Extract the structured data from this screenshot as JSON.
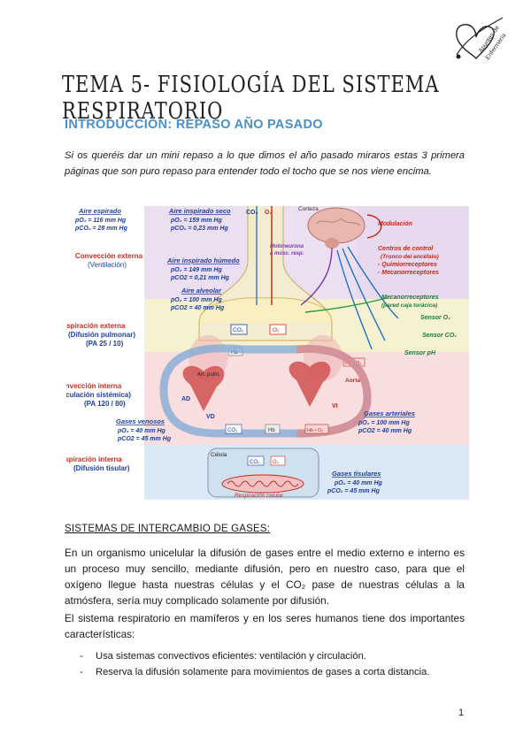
{
  "logo": {
    "text": "Apuntes de Enfermería"
  },
  "title": "TEMA 5- FISIOLOGÍA DEL SISTEMA RESPIRATORIO",
  "intro": {
    "heading": "INTRODUCCIÓN: REPASO AÑO PASADO",
    "text": "Si os queréis dar un mini repaso a lo que dimos el año pasado miraros estas 3 primera páginas que son puro repaso para entender todo el tocho que se nos viene encima."
  },
  "figure": {
    "left_labels": {
      "aire_espirado": "Aire espirado",
      "aire_espirado_po2": "pO₂ = 116 mm Hg",
      "aire_espirado_pco2": "pCO₂ = 28 mm Hg",
      "conveccion_externa": "Convección externa",
      "ventilacion": "(Ventilación)",
      "respiracion_externa": "Respiración externa",
      "difusion_pulmonar": "(Difusión pulmonar)",
      "pa_pulm": "(PA 25 / 10)",
      "conveccion_interna": "Convección interna",
      "circulacion_sistemica": "Circulación sistémica)",
      "pa_sist": "(PA 120 / 80)",
      "respiracion_interna": "Respiración interna",
      "difusion_tisular": "(Difusión tisular)"
    },
    "air": {
      "inspirado_seco": "Aire inspirado seco",
      "seco_po2": "pO₂ = 159 mm Hg",
      "seco_pco2": "pCO₂ = 0,23 mm Hg",
      "inspirado_humedo": "Aire inspirado húmedo",
      "humedo_po2": "pO₂ = 149 mm Hg",
      "humedo_pco2": "pCO2 = 0,21 mm Hg",
      "alveolar": "Aire alveolar",
      "alveolar_po2": "pO₂ = 100 mm Hg",
      "alveolar_pco2": "pCO2 = 40 mm Hg",
      "co2_top": "CO₂",
      "o2_top": "O₂"
    },
    "brain": {
      "corteza": "Corteza",
      "motoneurona": "Motoneurona",
      "musc_resp": "a músc. resp.",
      "modulacion": "Modulación",
      "centros": "Centros de control",
      "tronco": "(Tronco del encéfalo)",
      "quimio": "- Quimiorreceptores",
      "mecano": "- Mecanorreceptores",
      "mecanorreceptores": "Mecanorreceptores",
      "pared": "(pared caja torácica)",
      "sensor_o2": "Sensor O₂",
      "sensor_co2": "Sensor CO₂",
      "sensor_ph": "Sensor pH"
    },
    "circulation": {
      "co2": "CO₂",
      "o2": "O₂",
      "hb": "Hb",
      "hb_o2": "Hb • O₂",
      "art_pulm": "Art. pulm.",
      "ad": "AD",
      "vd": "VD",
      "vi": "VI",
      "aorta": "Aorta",
      "gases_venosos": "Gases venosos",
      "venosos_po2": "pO₂ = 40 mm Hg",
      "venosos_pco2": "pCO2 = 45 mm Hg",
      "gases_arteriales": "Gases arteriales",
      "arteriales_po2": "pO₂ = 100 mm Hg",
      "arteriales_pco2": "pCO2 = 40 mm Hg"
    },
    "cell": {
      "celula": "Célula",
      "co2": "CO₂",
      "o2": "O₂",
      "respiracion_celular": "Respiración celular",
      "gases_tisulares": "Gases tisulares",
      "tisulares_po2": "pO₂ = 40 mm Hg",
      "tisulares_pco2": "pCO₂ = 45 mm Hg"
    },
    "colors": {
      "blue_label": "#1f3f9c",
      "red_label": "#d22a1f",
      "green_label": "#1f7a3a",
      "purple_band": "#e8d9ef",
      "yellow_band": "#f6f2cf",
      "pink_band": "#f8dede",
      "blue_band": "#dbe8f5"
    }
  },
  "gas_exchange": {
    "heading": "SISTEMAS DE INTERCAMBIO DE GASES:",
    "para1": "En un organismo unicelular la difusión de gases entre el medio externo e interno es un proceso muy sencillo, mediante difusión, pero en nuestro caso, para que el oxígeno llegue hasta nuestras células y el CO₂ pase de nuestras células a la atmósfera, sería muy complicado solamente por difusión.",
    "para2": "El sistema respiratorio en mamíferos y en los seres humanos tiene dos importantes características:",
    "bullets": [
      "Usa sistemas convectivos eficientes: ventilación y circulación.",
      "Reserva la difusión solamente para movimientos de gases a corta distancia."
    ]
  },
  "page_number": "1"
}
